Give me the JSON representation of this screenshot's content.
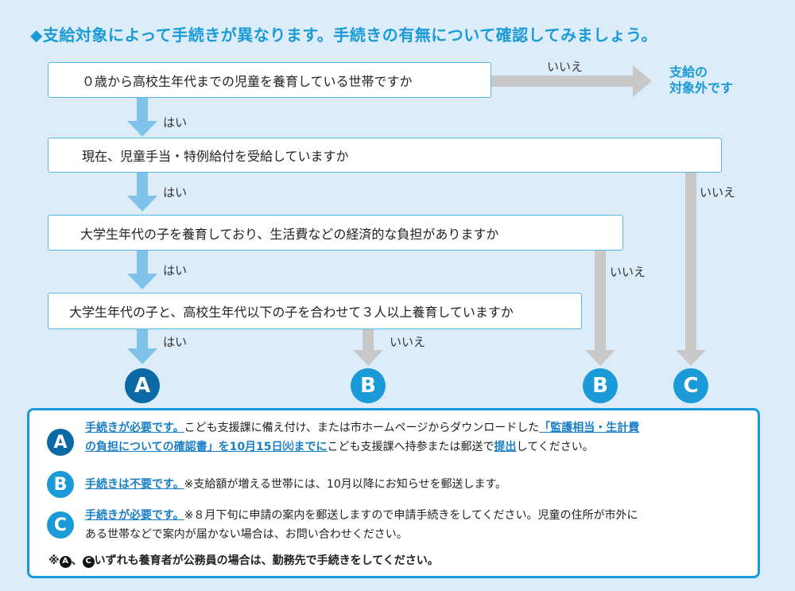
{
  "title": "◆支給対象によって手続きが異なります。手続きの有無について確認してみましょう。",
  "questions": [
    "０歳から高校生年代までの児童を養育している世帯ですか",
    "現在、児童手当・特例給付を受給していますか",
    "大学生年代の子を養育しており、生活費などの経済的な負担がありますか",
    "大学生年代の子と、高校生年代以下の子を合わせて３人以上養育していますか"
  ],
  "yes_label": "はい",
  "no_label": "いいえ",
  "out_of_scope": [
    "支給の",
    "対象外です"
  ],
  "results": {
    "a": "A",
    "b": "B",
    "c": "C"
  },
  "colors": {
    "accent": "#1a9ad6",
    "dark_blue": "#0b6aa5",
    "arrow_yes": "#7fc3ea",
    "arrow_no": "#c8c8c8",
    "background": "#dcedf9"
  },
  "explanations": {
    "a": {
      "required": "手続きが必要です。",
      "text1": "こども支援課に備え付け、または市ホームページからダウンロードした",
      "doc_line1": "「監護相当・生計費",
      "doc_line2": "の負担についての確認書」を10月15日㈫までに",
      "text2": "こども支援課へ持参または郵送で",
      "submit": "提出",
      "text3": "してください。"
    },
    "b": {
      "not_required": "手続きは不要です。",
      "text": "※支給額が増える世帯には、10月以降にお知らせを郵送します。"
    },
    "c": {
      "required": "手続きが必要です。",
      "text1": "※８月下旬に申請の案内を郵送しますので申請手続きをしてください。児童の住所が市外に",
      "text2": "ある世帯などで案内が届かない場合は、お問い合わせください。"
    },
    "note": {
      "prefix": "※",
      "sep": "、",
      "text": "いずれも養育者が公務員の場合は、勤務先で手続きをしてください。"
    }
  }
}
